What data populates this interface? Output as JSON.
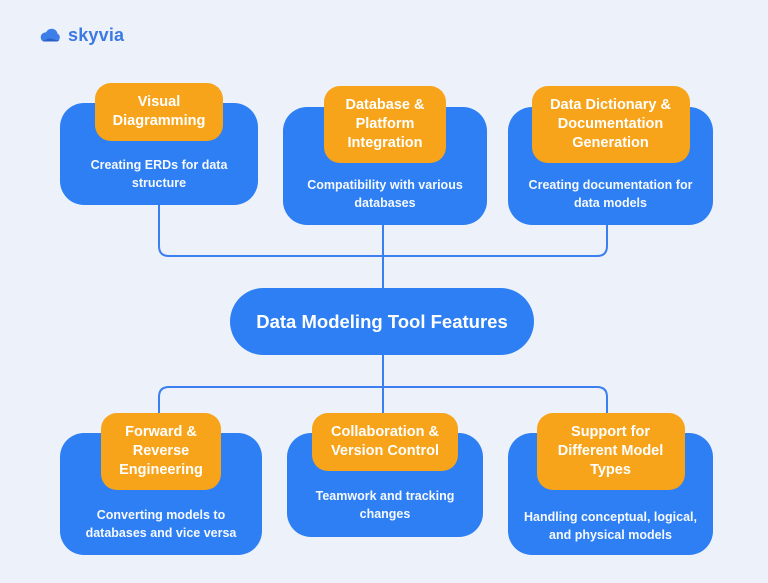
{
  "brand": {
    "name": "skyvia"
  },
  "colors": {
    "background": "#EDF1FA",
    "card_blue": "#2D7FF3",
    "label_orange": "#F7A41A",
    "connector_line": "#3B7FF0",
    "logo_blue": "#3B79E3",
    "text_white": "#FFFFFF"
  },
  "diagram": {
    "center_title": "Data Modeling Tool Features",
    "features": [
      {
        "key": "visual-diagramming",
        "title": "Visual\nDiagramming",
        "description": "Creating ERDs for data\nstructure"
      },
      {
        "key": "database-platform-integration",
        "title": "Database &\nPlatform\nIntegration",
        "description": "Compatibility with various\ndatabases"
      },
      {
        "key": "data-dictionary-documentation-generation",
        "title": "Data Dictionary &\nDocumentation\nGeneration",
        "description": "Creating documentation for\ndata models"
      },
      {
        "key": "forward-reverse-engineering",
        "title": "Forward &\nReverse\nEngineering",
        "description": "Converting models to\ndatabases and vice versa"
      },
      {
        "key": "collaboration-version-control",
        "title": "Collaboration &\nVersion Control",
        "description": "Teamwork and tracking\nchanges"
      },
      {
        "key": "support-different-model-types",
        "title": "Support for\nDifferent Model\nTypes",
        "description": "Handling conceptual, logical,\nand physical models"
      }
    ]
  }
}
